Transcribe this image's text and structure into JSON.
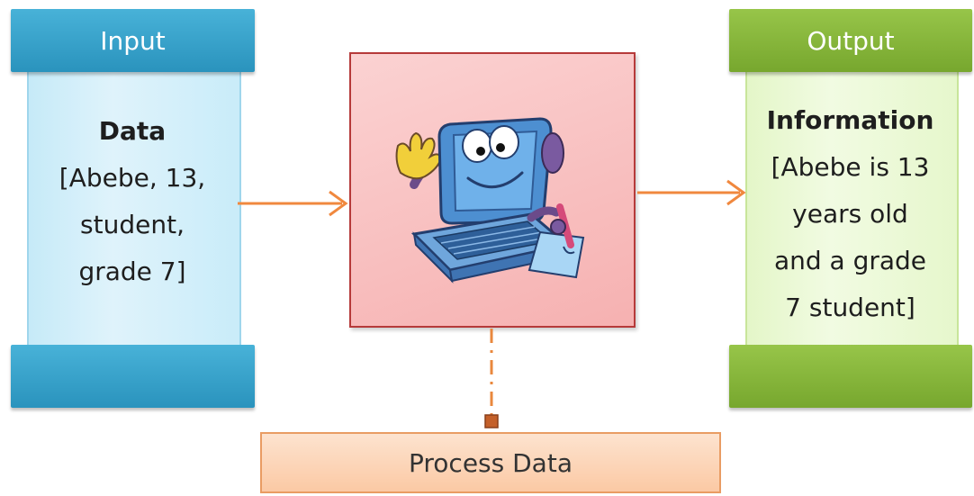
{
  "input": {
    "title": "Input",
    "heading": "Data",
    "lines": [
      "[Abebe, 13,",
      "student,",
      "grade 7]"
    ]
  },
  "output": {
    "title": "Output",
    "heading": "Information",
    "lines": [
      "[Abebe is 13",
      "years old",
      "and a grade",
      "7 student]"
    ]
  },
  "process": {
    "label": "Process Data",
    "image_icon": "cartoon-laptop-character-icon"
  },
  "colors": {
    "input_accent": "#2a93bd",
    "output_accent": "#77a72e",
    "process_box": "#f6b1b1",
    "process_label_box": "#fbc9a4",
    "arrow": "#f0883e"
  }
}
